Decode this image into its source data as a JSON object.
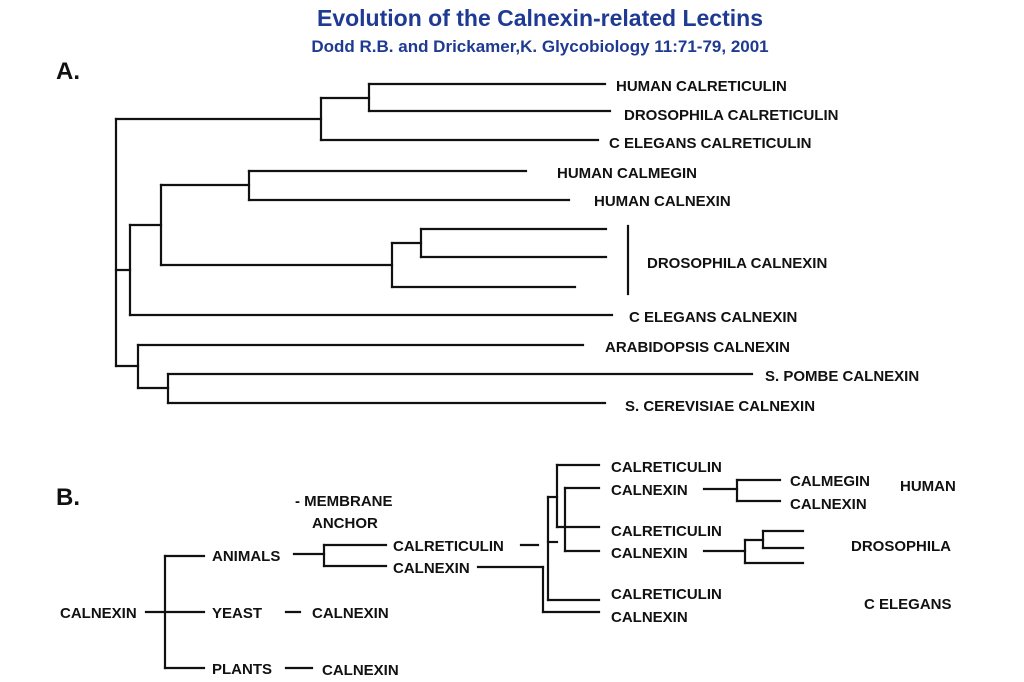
{
  "title": "Evolution of the Calnexin-related Lectins",
  "subtitle": "Dodd R.B. and Drickamer,K. Glycobiology 11:71-79, 2001",
  "colors": {
    "title": "#1f3a93",
    "ink": "#111111",
    "background": "#ffffff"
  },
  "panel_a": {
    "label": "A.",
    "leaves": {
      "human_calreticulin": "HUMAN CALRETICULIN",
      "drosophila_calreticulin": "DROSOPHILA CALRETICULIN",
      "c_elegans_calreticulin": "C ELEGANS CALRETICULIN",
      "human_calmegin": "HUMAN CALMEGIN",
      "human_calnexin": "HUMAN CALNEXIN",
      "drosophila_calnexin": "DROSOPHILA CALNEXIN",
      "c_elegans_calnexin": "C ELEGANS CALNEXIN",
      "arabidopsis_calnexin": "ARABIDOPSIS CALNEXIN",
      "s_pombe_calnexin": "S. POMBE CALNEXIN",
      "s_cerevisiae_calnexin": "S. CEREVISIAE CALNEXIN"
    }
  },
  "panel_b": {
    "label": "B.",
    "root": "CALNEXIN",
    "animals": "ANIMALS",
    "yeast": "YEAST",
    "plants": "PLANTS",
    "yeast_calnexin": "CALNEXIN",
    "plants_calnexin": "CALNEXIN",
    "membrane_note_line1": "- MEMBRANE",
    "membrane_note_line2": "ANCHOR",
    "animal_calreticulin": "CALRETICULIN",
    "animal_calnexin": "CALNEXIN",
    "human_calreticulin": "CALRETICULIN",
    "human_calnexin": "CALNEXIN",
    "human_calmegin": "CALMEGIN",
    "human_calnexin_2": "CALNEXIN",
    "drosophila_calreticulin": "CALRETICULIN",
    "drosophila_calnexin": "CALNEXIN",
    "c_elegans_calreticulin": "CALRETICULIN",
    "c_elegans_calnexin": "CALNEXIN",
    "group_human": "HUMAN",
    "group_drosophila": "DROSOPHILA",
    "group_c_elegans": "C ELEGANS"
  }
}
